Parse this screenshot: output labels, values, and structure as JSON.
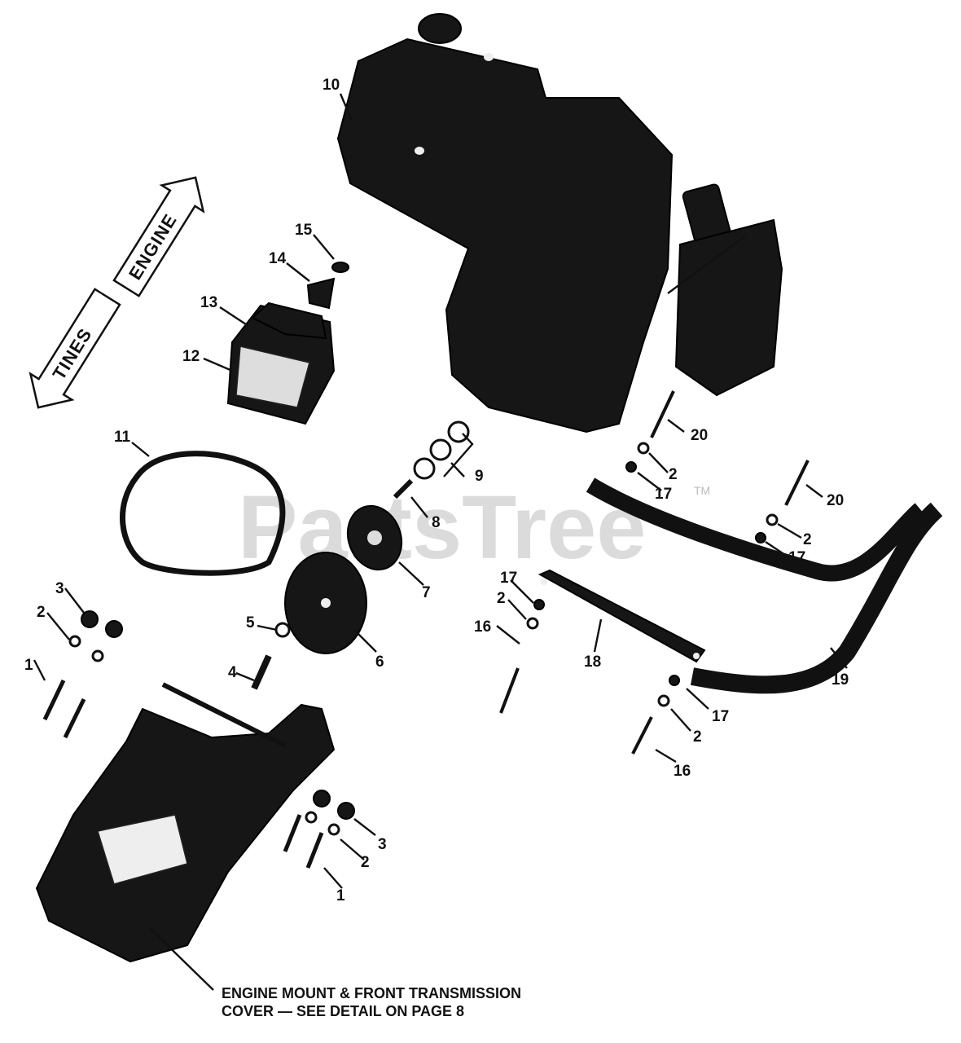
{
  "watermark": {
    "text": "PartsTree",
    "trademark": "TM"
  },
  "direction_arrows": {
    "engine": "ENGINE",
    "tines": "TINES"
  },
  "callouts": {
    "c1a": "1",
    "c1b": "1",
    "c2a": "2",
    "c2b": "2",
    "c2c": "2",
    "c2d": "2",
    "c2e": "2",
    "c2f": "2",
    "c3a": "3",
    "c3b": "3",
    "c4": "4",
    "c5": "5",
    "c6": "6",
    "c7": "7",
    "c8": "8",
    "c9": "9",
    "c10": "10",
    "c11": "11",
    "c12": "12",
    "c13": "13",
    "c14": "14",
    "c15": "15",
    "c16a": "16",
    "c16b": "16",
    "c17a": "17",
    "c17b": "17",
    "c17c": "17",
    "c17d": "17",
    "c18": "18",
    "c19": "19",
    "c20a": "20",
    "c20b": "20"
  },
  "note": {
    "line1": "ENGINE MOUNT & FRONT TRANSMISSION",
    "line2": "COVER — SEE DETAIL ON PAGE 8"
  }
}
